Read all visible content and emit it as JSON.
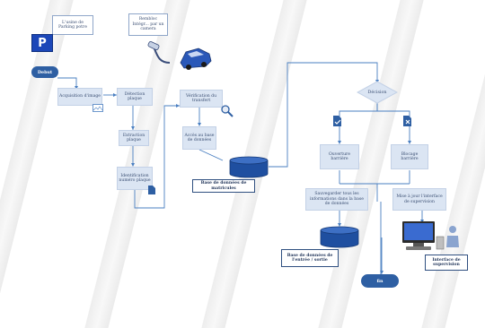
{
  "colors": {
    "accent": "#2e5fa3",
    "box_fill": "#dbe5f3",
    "line": "#4a7fc1"
  },
  "nodes": {
    "entry_user": "L'usine de Parking potre",
    "review": "Rembloc Intégr... par un camera",
    "start": "Debut",
    "acquisition": "Acquisition d'image",
    "detection": "Détection plaque",
    "verification": "Vérification du transfert",
    "extraction": "Extraction plaque",
    "identification": "Identification numéro plaque",
    "access_db": "Accès au base de données",
    "db_matricules": "Base de données de matricules",
    "decision": "Décision",
    "barrier_open": "Ouverture barrière",
    "barrier_block": "Blocage barrière",
    "save_info": "Sauvegarder tous les informations dans la base de données",
    "update_ui": "Mise à jour l'interface de supervision",
    "db_entry_exit": "Base de données de l'entrée / sortie",
    "ui_supervision": "Interface de supervision",
    "end": "fin"
  },
  "icons": [
    "parking-icon",
    "car-icon",
    "magnifier-icon",
    "open-file-icon",
    "blocked-file-icon",
    "computer-icon"
  ]
}
